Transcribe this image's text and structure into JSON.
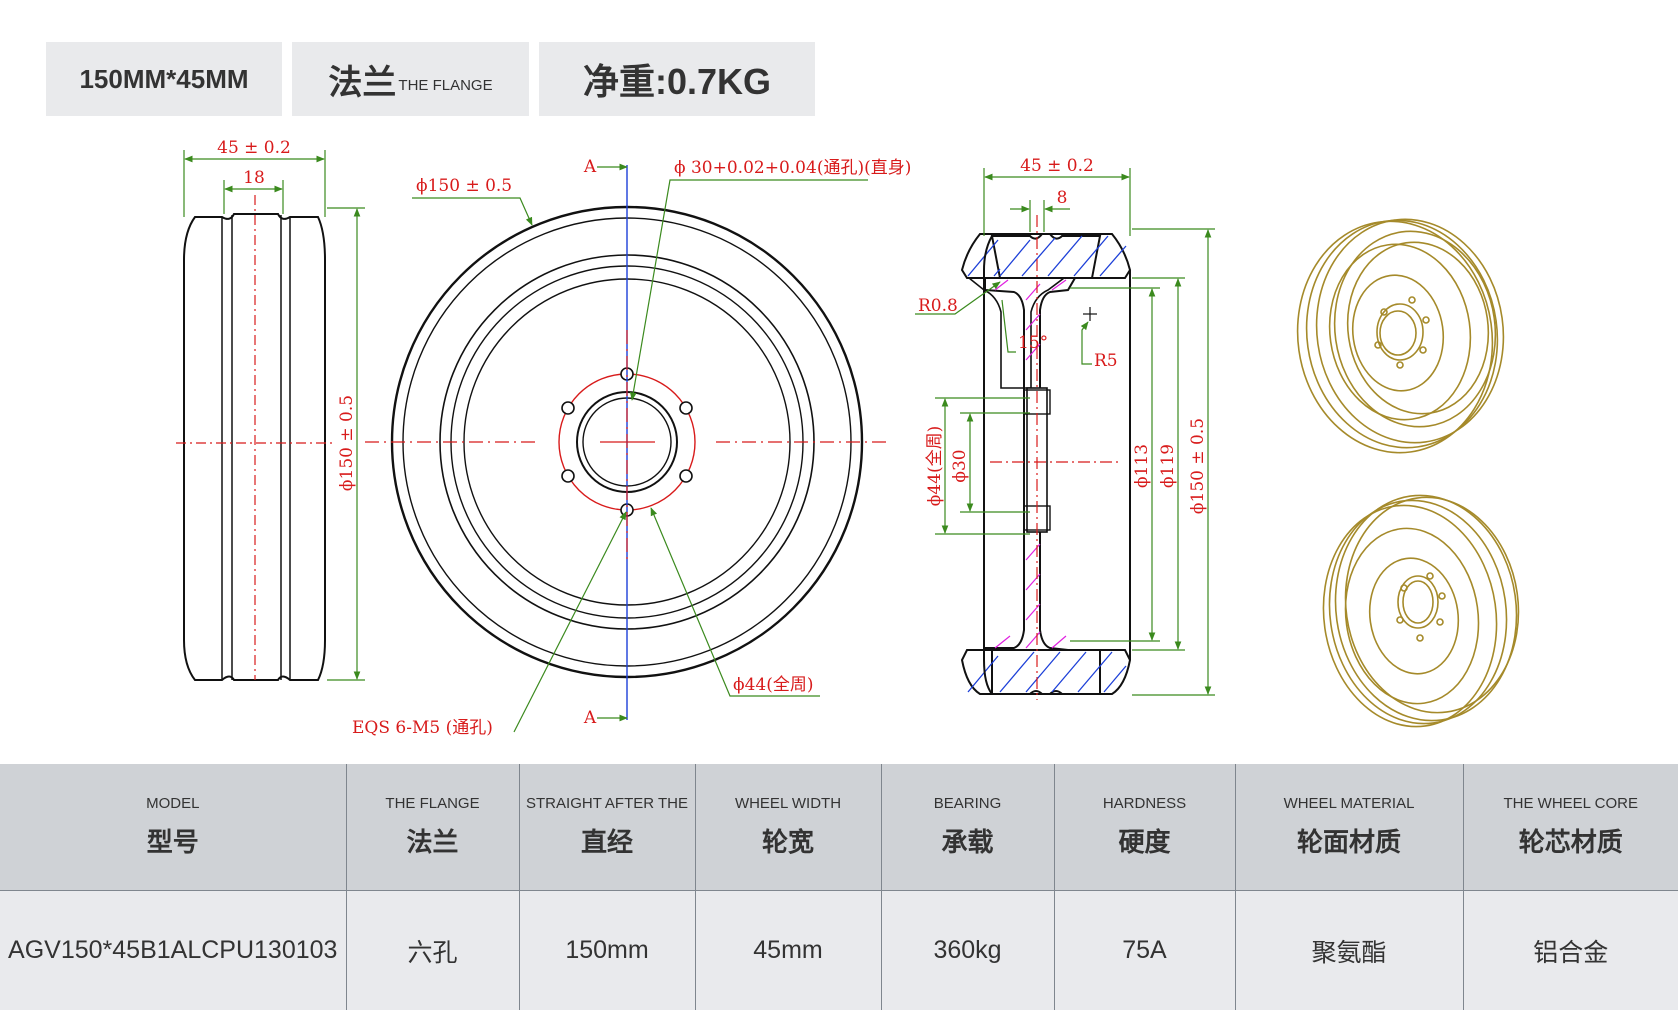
{
  "tags": {
    "size": "150MM*45MM",
    "flange_cn": "法兰",
    "flange_en": "THE FLANGE",
    "weight": "净重:0.7KG"
  },
  "drawing_labels": {
    "side_width": "45 ± 0.2",
    "side_groove": "18",
    "side_dia": "ϕ150 ± 0.5",
    "front_dia": "ϕ150 ± 0.5",
    "front_hole": "ϕ 30+0.02+0.04(通孔)(直身)",
    "section_a_top": "A",
    "section_a_bottom": "A",
    "bolt": "EQS 6-M5 (通孔)",
    "pcd": "ϕ44(全周)",
    "sec_width": "45 ± 0.2",
    "sec_web": "8",
    "sec_r08": "R0.8",
    "sec_angle": "15°",
    "sec_r5": "R5",
    "sec_d44": "ϕ44(全周)",
    "sec_d30": "ϕ30",
    "sec_d113": "ϕ113",
    "sec_d119": "ϕ119",
    "sec_d150": "ϕ150 ± 0.5"
  },
  "colors": {
    "red_dimension": "#d81b1b",
    "green_leader": "#3b8a1e",
    "blue_hatch": "#1c3fd8",
    "magenta_hatch": "#e020e0",
    "gold_3d": "#a58a2a"
  },
  "table": {
    "headers": [
      {
        "en": "MODEL",
        "cn": "型号"
      },
      {
        "en": "THE FLANGE",
        "cn": "法兰"
      },
      {
        "en": "STRAIGHT AFTER THE",
        "cn": "直经"
      },
      {
        "en": "WHEEL WIDTH",
        "cn": "轮宽"
      },
      {
        "en": "BEARING",
        "cn": "承载"
      },
      {
        "en": "HARDNESS",
        "cn": "硬度"
      },
      {
        "en": "WHEEL MATERIAL",
        "cn": "轮面材质"
      },
      {
        "en": "THE WHEEL CORE",
        "cn": "轮芯材质"
      }
    ],
    "row": [
      "AGV150*45B1ALCPU130103",
      "六孔",
      "150mm",
      "45mm",
      "360kg",
      "75A",
      "聚氨酯",
      "铝合金"
    ]
  }
}
